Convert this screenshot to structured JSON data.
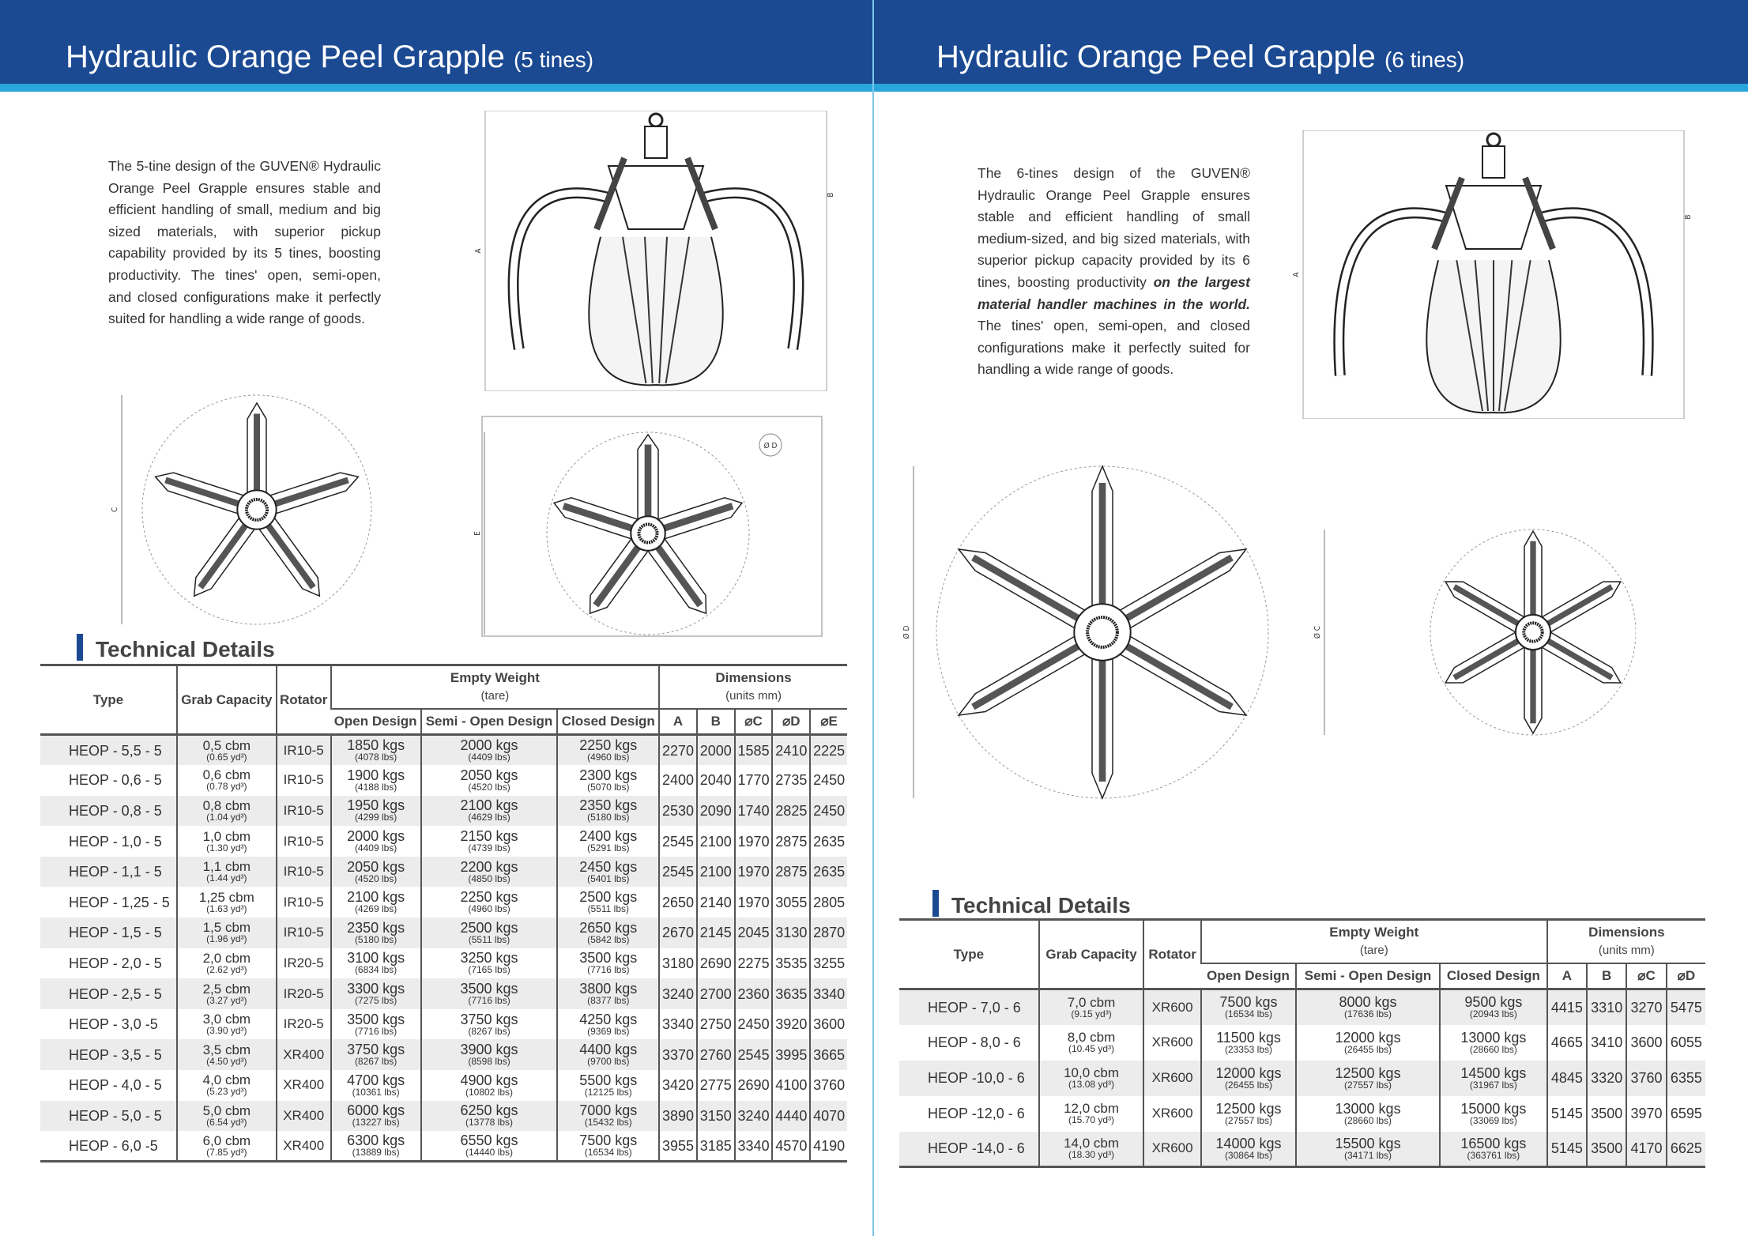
{
  "left": {
    "title": "Hydraulic Orange Peel Grapple",
    "title_suffix": "(5 tines)",
    "description": "The 5-tine design of the GUVEN® Hydraulic Orange Peel Grapple ensures stable and efficient handling of small, medium and big sized materials, with superior pickup capability provided by its 5 tines, boosting productivity. The tines' open, semi-open, and closed configurations make it perfectly suited for handling a wide range of goods.",
    "drawing_labels": {
      "a": "A",
      "b": "B",
      "c": "C",
      "d": "Ø D",
      "e": "E"
    },
    "section_title": "Technical Details",
    "headers": {
      "type": "Type",
      "grab": "Grab Capacity",
      "rotator": "Rotator",
      "weight": "Empty Weight",
      "weight_sub": "(tare)",
      "dims": "Dimensions",
      "dims_sub": "(units mm)",
      "open": "Open Design",
      "semi": "Semi - Open Design",
      "closed": "Closed Design",
      "cols": [
        "A",
        "B",
        "⌀C",
        "⌀D",
        "⌀E"
      ]
    },
    "rows": [
      [
        "HEOP - 5,5 - 5",
        "0,5 cbm",
        "(0.65 yd³)",
        "IR10-5",
        "1850 kgs",
        "(4078 lbs)",
        "2000 kgs",
        "(4409 lbs)",
        "2250 kgs",
        "(4960 lbs)",
        "2270",
        "2000",
        "1585",
        "2410",
        "2225"
      ],
      [
        "HEOP - 0,6 - 5",
        "0,6 cbm",
        "(0.78 yd³)",
        "IR10-5",
        "1900 kgs",
        "(4188 lbs)",
        "2050 kgs",
        "(4520 lbs)",
        "2300 kgs",
        "(5070 lbs)",
        "2400",
        "2040",
        "1770",
        "2735",
        "2450"
      ],
      [
        "HEOP - 0,8 - 5",
        "0,8 cbm",
        "(1.04 yd³)",
        "IR10-5",
        "1950 kgs",
        "(4299 lbs)",
        "2100 kgs",
        "(4629 lbs)",
        "2350 kgs",
        "(5180 lbs)",
        "2530",
        "2090",
        "1740",
        "2825",
        "2450"
      ],
      [
        "HEOP - 1,0 - 5",
        "1,0 cbm",
        "(1.30 yd³)",
        "IR10-5",
        "2000 kgs",
        "(4409 lbs)",
        "2150 kgs",
        "(4739 lbs)",
        "2400 kgs",
        "(5291 lbs)",
        "2545",
        "2100",
        "1970",
        "2875",
        "2635"
      ],
      [
        "HEOP - 1,1 - 5",
        "1,1 cbm",
        "(1.44 yd³)",
        "IR10-5",
        "2050 kgs",
        "(4520 lbs)",
        "2200 kgs",
        "(4850 lbs)",
        "2450 kgs",
        "(5401 lbs)",
        "2545",
        "2100",
        "1970",
        "2875",
        "2635"
      ],
      [
        "HEOP - 1,25 - 5",
        "1,25 cbm",
        "(1.63 yd³)",
        "IR10-5",
        "2100 kgs",
        "(4269 lbs)",
        "2250 kgs",
        "(4960 lbs)",
        "2500 kgs",
        "(5511 lbs)",
        "2650",
        "2140",
        "1970",
        "3055",
        "2805"
      ],
      [
        "HEOP - 1,5 - 5",
        "1,5 cbm",
        "(1.96 yd³)",
        "IR10-5",
        "2350 kgs",
        "(5180 lbs)",
        "2500 kgs",
        "(5511 lbs)",
        "2650 kgs",
        "(5842 lbs)",
        "2670",
        "2145",
        "2045",
        "3130",
        "2870"
      ],
      [
        "HEOP - 2,0 - 5",
        "2,0 cbm",
        "(2.62 yd³)",
        "IR20-5",
        "3100 kgs",
        "(6834 lbs)",
        "3250 kgs",
        "(7165 lbs)",
        "3500 kgs",
        "(7716 lbs)",
        "3180",
        "2690",
        "2275",
        "3535",
        "3255"
      ],
      [
        "HEOP - 2,5 - 5",
        "2,5 cbm",
        "(3.27 yd³)",
        "IR20-5",
        "3300 kgs",
        "(7275 lbs)",
        "3500 kgs",
        "(7716 lbs)",
        "3800 kgs",
        "(8377 lbs)",
        "3240",
        "2700",
        "2360",
        "3635",
        "3340"
      ],
      [
        "HEOP - 3,0 -5",
        "3,0 cbm",
        "(3.90 yd³)",
        "IR20-5",
        "3500 kgs",
        "(7716 lbs)",
        "3750 kgs",
        "(8267 lbs)",
        "4250 kgs",
        "(9369 lbs)",
        "3340",
        "2750",
        "2450",
        "3920",
        "3600"
      ],
      [
        "HEOP - 3,5 - 5",
        "3,5 cbm",
        "(4.50 yd³)",
        "XR400",
        "3750 kgs",
        "(8267 lbs)",
        "3900 kgs",
        "(8598 lbs)",
        "4400 kgs",
        "(9700 lbs)",
        "3370",
        "2760",
        "2545",
        "3995",
        "3665"
      ],
      [
        "HEOP - 4,0 - 5",
        "4,0 cbm",
        "(5.23 yd³)",
        "XR400",
        "4700 kgs",
        "(10361 lbs)",
        "4900 kgs",
        "(10802 lbs)",
        "5500 kgs",
        "(12125 lbs)",
        "3420",
        "2775",
        "2690",
        "4100",
        "3760"
      ],
      [
        "HEOP - 5,0 - 5",
        "5,0 cbm",
        "(6.54 yd³)",
        "XR400",
        "6000 kgs",
        "(13227 lbs)",
        "6250 kgs",
        "(13778 lbs)",
        "7000 kgs",
        "(15432 lbs)",
        "3890",
        "3150",
        "3240",
        "4440",
        "4070"
      ],
      [
        "HEOP - 6,0 -5",
        "6,0 cbm",
        "(7.85 yd³)",
        "XR400",
        "6300 kgs",
        "(13889 lbs)",
        "6550 kgs",
        "(14440 lbs)",
        "7500 kgs",
        "(16534 lbs)",
        "3955",
        "3185",
        "3340",
        "4570",
        "4190"
      ]
    ]
  },
  "right": {
    "title": "Hydraulic Orange Peel Grapple",
    "title_suffix": "(6 tines)",
    "description_1": "The 6-tines design of the GUVEN® Hydraulic Orange Peel Grapple ensures stable and efficient handling of small  medium-sized, and big sized materials, with superior pickup capacity provided by its 6 tines, boosting productivity ",
    "description_em": "on the largest material handler machines in the world.",
    "description_2": " The tines' open, semi-open, and closed configurations make it perfectly suited for handling a wide range of goods.",
    "drawing_labels": {
      "a": "A",
      "b": "B",
      "c": "Ø C",
      "d": "Ø D"
    },
    "section_title": "Technical Details",
    "headers": {
      "type": "Type",
      "grab": "Grab Capacity",
      "rotator": "Rotator",
      "weight": "Empty Weight",
      "weight_sub": "(tare)",
      "dims": "Dimensions",
      "dims_sub": "(units mm)",
      "open": "Open Design",
      "semi": "Semi - Open Design",
      "closed": "Closed Design",
      "cols": [
        "A",
        "B",
        "⌀C",
        "⌀D"
      ]
    },
    "rows": [
      [
        "HEOP -  7,0 - 6",
        "7,0 cbm",
        "(9.15 yd³)",
        "XR600",
        "7500 kgs",
        "(16534 lbs)",
        "8000 kgs",
        "(17636 lbs)",
        "9500 kgs",
        "(20943 lbs)",
        "4415",
        "3310",
        "3270",
        "5475"
      ],
      [
        "HEOP -  8,0 - 6",
        "8,0 cbm",
        "(10.45 yd³)",
        "XR600",
        "11500 kgs",
        "(23353 lbs)",
        "12000 kgs",
        "(26455 lbs)",
        "13000 kgs",
        "(28660 lbs)",
        "4665",
        "3410",
        "3600",
        "6055"
      ],
      [
        "HEOP -10,0 - 6",
        "10,0 cbm",
        "(13.08 yd³)",
        "XR600",
        "12000 kgs",
        "(26455 lbs)",
        "12500 kgs",
        "(27557 lbs)",
        "14500 kgs",
        "(31967 lbs)",
        "4845",
        "3320",
        "3760",
        "6355"
      ],
      [
        "HEOP -12,0 - 6",
        "12,0 cbm",
        "(15.70 yd³)",
        "XR600",
        "12500 kgs",
        "(27557 lbs)",
        "13000 kgs",
        "(28660 lbs)",
        "15000 kgs",
        "(33069 lbs)",
        "5145",
        "3500",
        "3970",
        "6595"
      ],
      [
        "HEOP -14,0 - 6",
        "14,0 cbm",
        "(18.30 yd³)",
        "XR600",
        "14000 kgs",
        "(30864 lbs)",
        "15500 kgs",
        "(34171 lbs)",
        "16500 kgs",
        "(363761 lbs)",
        "5145",
        "3500",
        "4170",
        "6625"
      ]
    ]
  },
  "colors": {
    "header_blue": "#1b4a93",
    "stripe": "#2aa6dc"
  }
}
